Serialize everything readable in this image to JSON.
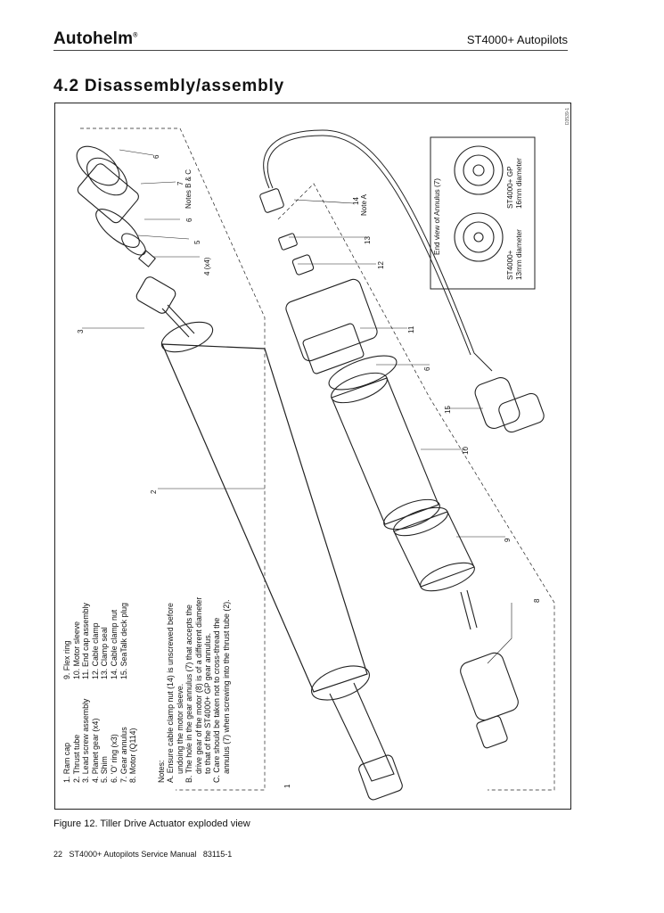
{
  "header": {
    "brand": "Autohelm",
    "brand_mark": "®",
    "doc_title": "ST4000+ Autopilots"
  },
  "section_title": "4.2 Disassembly/assembly",
  "figure": {
    "caption": "Figure 12. Tiller Drive Actuator exploded view",
    "drawing_code": "D3539-1",
    "callouts": [
      "1",
      "2",
      "3",
      "4 (x4)",
      "5",
      "6",
      "7",
      "8",
      "9",
      "10",
      "11",
      "12",
      "13",
      "14",
      "15"
    ],
    "note_bc": "Notes B & C",
    "note_a": "Note A",
    "inset": {
      "title": "End view of Annulus (7)",
      "left_label_1": "ST4000+",
      "left_label_2": "13mm diameter",
      "right_label_1": "ST4000+ GP",
      "right_label_2": "16mm diameter"
    },
    "parts_col1": [
      "1. Ram cap",
      "2. Thrust tube",
      "3. Lead screw assembly",
      "4. Planet gear (x4)",
      "5. Shim",
      "6. 'O' ring (x3)",
      "7. Gear annulus",
      "8. Motor (Q114)"
    ],
    "parts_col2": [
      "9. Flex ring",
      "10. Motor sleeve",
      "11. End cap assembly",
      "12. Cable clamp",
      "13. Clamp seal",
      "14. Cable clamp nut",
      "15. SeaTalk deck plug"
    ],
    "notes_heading": "Notes:",
    "notes": [
      "A. Ensure cable clamp nut (14) is unscrewed before",
      "undoing the motor sleeve.",
      "B. The hole in the gear annulus (7) that accepts the",
      "drive gear of the motor (8) is of a different diameter",
      "to that of the ST4000+ GP gear annulus.",
      "C. Care should be taken not to cross-thread the",
      "annulus (7) when screwing into the thrust tube (2)."
    ]
  },
  "footer": {
    "page_number": "22",
    "manual_title": "ST4000+ Autopilots Service Manual",
    "doc_number": "83115-1"
  }
}
